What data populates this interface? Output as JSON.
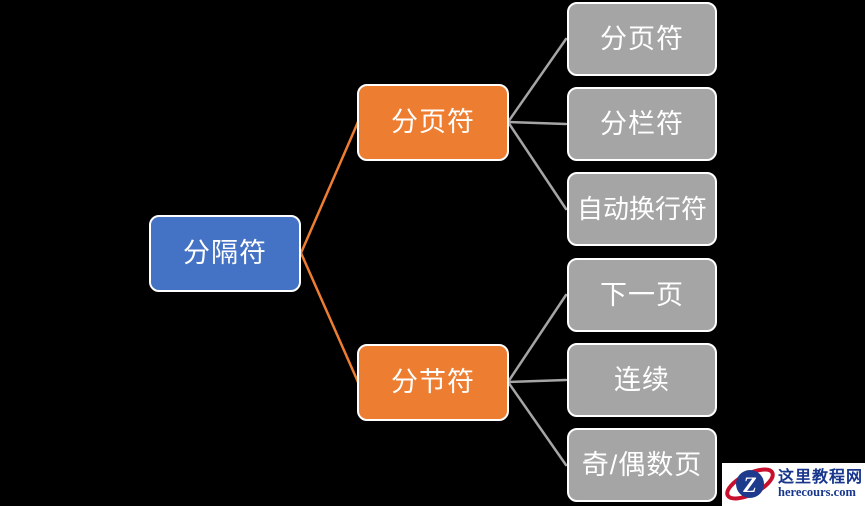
{
  "diagram": {
    "type": "hierarchy",
    "background_color": "#000000",
    "node_text_color": "#FFFFFF",
    "root": {
      "label": "分隔符",
      "color": "#4472C4"
    },
    "branches": [
      {
        "label": "分页符",
        "color": "#ED7D31",
        "children": [
          {
            "label": "分页符"
          },
          {
            "label": "分栏符"
          },
          {
            "label": "自动换行符"
          }
        ]
      },
      {
        "label": "分节符",
        "color": "#ED7D31",
        "children": [
          {
            "label": "下一页"
          },
          {
            "label": "连续"
          },
          {
            "label": "奇/偶数页"
          }
        ]
      }
    ],
    "child_node_color": "#A5A5A5",
    "connectors": {
      "root_to_branch_color": "#ED7D31",
      "branch_to_child_color": "#A5A5A5"
    }
  },
  "watermark": {
    "site_name": "这里教程网",
    "site_url": "herecours.com",
    "logo_letter": "Z",
    "colors": {
      "swoosh": "#C8102E",
      "badge": "#1E3A8C",
      "text": "#17368C",
      "background": "#FFFFFF"
    }
  }
}
